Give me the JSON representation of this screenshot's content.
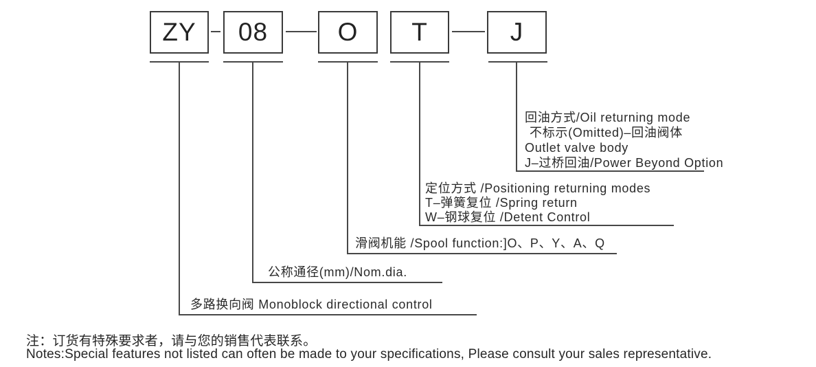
{
  "diagram": {
    "title_meaning": "ordering code explanation",
    "entries": [
      {
        "code": "ZY",
        "lines": [
          "多路换向阀 Monoblock directional control"
        ]
      },
      {
        "code": "08",
        "lines": [
          "公称通径(mm)/Nom.dia."
        ]
      },
      {
        "code": "O",
        "lines": [
          "滑阀机能 /Spool function:]O、P、Y、A、Q"
        ]
      },
      {
        "code": "T",
        "lines": [
          "定位方式 /Positioning returning modes",
          "T–弹簧复位 /Spring return",
          "W–钢球复位 /Detent Control"
        ]
      },
      {
        "code": "J",
        "lines": [
          "回油方式/Oil returning mode",
          "不标示(Omitted)–回油阀体",
          "Outlet valve body",
          "J–过桥回油/Power Beyond Option"
        ]
      }
    ]
  },
  "notes": {
    "line1_zh": "注：订货有特殊要求者，请与您的销售代表联系。",
    "line2_en": "Notes:Special features not listed can often be made to your specifications, Please consult your sales representative."
  },
  "colors": {
    "text": "#2a2a2a",
    "line": "#474747",
    "background": "#ffffff"
  }
}
